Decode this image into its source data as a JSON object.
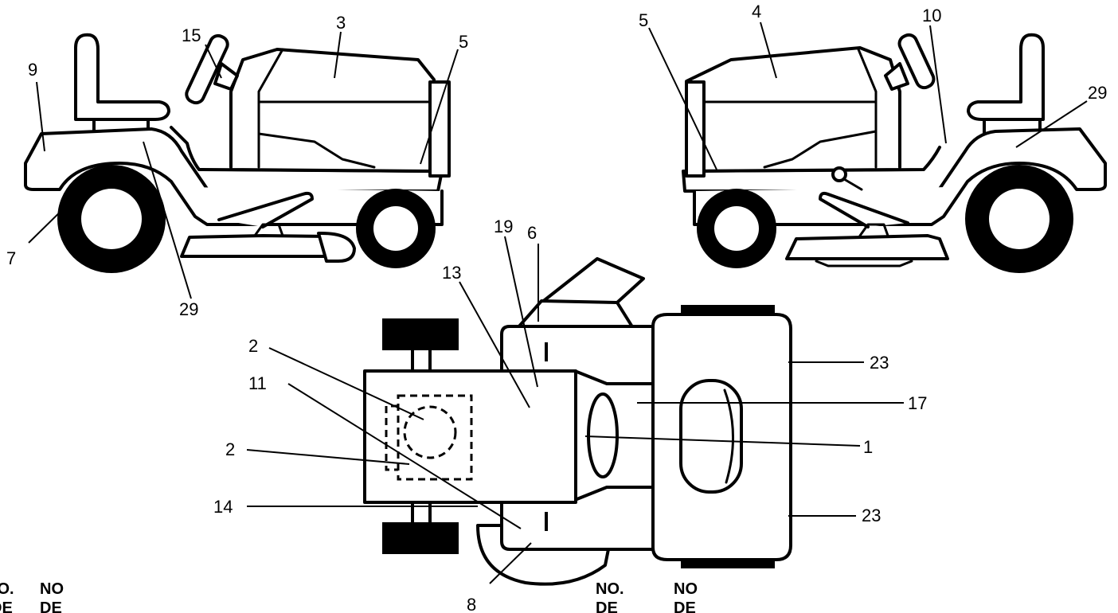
{
  "callouts": {
    "left_view": [
      "9",
      "15",
      "3",
      "5",
      "7",
      "29"
    ],
    "right_view": [
      "5",
      "4",
      "10",
      "29"
    ],
    "top_view": [
      "19",
      "6",
      "13",
      "2",
      "11",
      "2",
      "14",
      "8",
      "23",
      "17",
      "1",
      "23"
    ]
  },
  "table_headers": {
    "left": {
      "col1_line1": "NO.",
      "col1_line2": "DE",
      "col2_line1": "NO",
      "col2_line2": "DE"
    },
    "right": {
      "col1_line1": "NO.",
      "col1_line2": "DE",
      "col2_line1": "NO",
      "col2_line2": "DE"
    }
  }
}
